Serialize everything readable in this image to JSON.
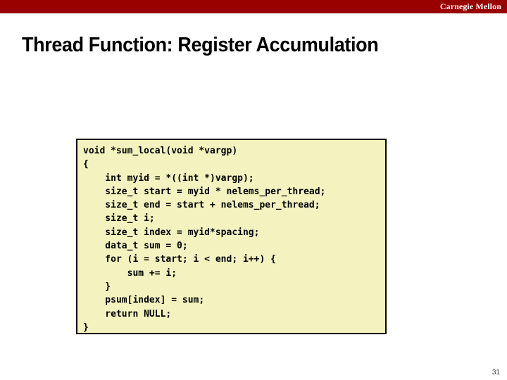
{
  "slide": {
    "banner": {
      "brand": "Carnegie Mellon",
      "color": "#990000"
    },
    "title": "Thread Function: Register Accumulation",
    "page_number": "31",
    "code_block": {
      "background_color": "#f4f2bf",
      "border_color": "#000000",
      "lines": [
        "void *sum_local(void *vargp)",
        "{",
        "    int myid = *((int *)vargp);",
        "    size_t start = myid * nelems_per_thread;",
        "    size_t end = start + nelems_per_thread;",
        "    size_t i;",
        "    size_t index = myid*spacing;",
        "    data_t sum = 0;",
        "    for (i = start; i < end; i++) {",
        "        sum += i;",
        "    }",
        "    psum[index] = sum;",
        "    return NULL;",
        "}"
      ],
      "text": "void *sum_local(void *vargp)\n{\n    int myid = *((int *)vargp);\n    size_t start = myid * nelems_per_thread;\n    size_t end = start + nelems_per_thread;\n    size_t i;\n    size_t index = myid*spacing;\n    data_t sum = 0;\n    for (i = start; i < end; i++) {\n        sum += i;\n    }\n    psum[index] = sum;\n    return NULL;\n}"
    }
  }
}
